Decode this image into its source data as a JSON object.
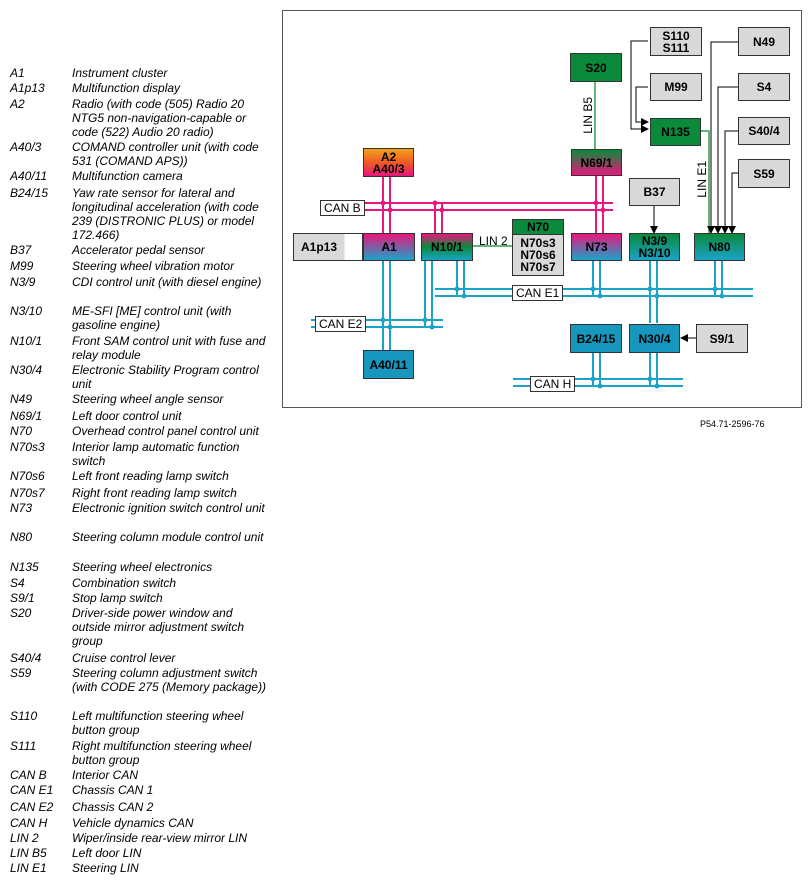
{
  "legend": [
    {
      "code": "A1",
      "desc": "Instrument cluster"
    },
    {
      "code": "A1p13",
      "desc": "Multifunction display"
    },
    {
      "code": "A2",
      "desc": "Radio (with code (505) Radio 20 NTG5 non-navigation-capable or code (522) Audio 20 radio)"
    },
    {
      "code": "A40/3",
      "desc": "COMAND controller unit (with code 531 (COMAND APS))"
    },
    {
      "code": "A40/11",
      "desc": "Multifunction camera"
    },
    {
      "code": "B24/15",
      "desc": "Yaw rate sensor for lateral and longitudinal acceleration (with code 239 (DISTRONIC PLUS) or model 172.466)"
    },
    {
      "code": "B37",
      "desc": "Accelerator pedal sensor"
    },
    {
      "code": "M99",
      "desc": "Steering wheel vibration motor"
    },
    {
      "code": "N3/9",
      "desc": "CDI control unit (with diesel engine)"
    },
    {
      "code": "N3/10",
      "desc": "ME-SFI [ME] control unit (with gasoline engine)"
    },
    {
      "code": "N10/1",
      "desc": "Front SAM control unit with fuse and relay module"
    },
    {
      "code": "N30/4",
      "desc": "Electronic Stability Program control unit"
    },
    {
      "code": "N49",
      "desc": "Steering wheel angle sensor"
    },
    {
      "code": "N69/1",
      "desc": "Left door control unit"
    },
    {
      "code": "N70",
      "desc": "Overhead control panel control unit"
    },
    {
      "code": "N70s3",
      "desc": "Interior lamp automatic function switch"
    },
    {
      "code": "N70s6",
      "desc": "Left front reading lamp switch"
    },
    {
      "code": "N70s7",
      "desc": "Right front reading lamp switch"
    },
    {
      "code": "N73",
      "desc": "Electronic ignition switch control unit"
    },
    {
      "code": "N80",
      "desc": "Steering column module control unit"
    },
    {
      "code": "N135",
      "desc": "Steering wheel electronics"
    },
    {
      "code": "S4",
      "desc": "Combination switch"
    },
    {
      "code": "S9/1",
      "desc": "Stop lamp switch"
    },
    {
      "code": "S20",
      "desc": "Driver-side power window and outside mirror adjustment switch group"
    },
    {
      "code": "S40/4",
      "desc": "Cruise control lever"
    },
    {
      "code": "S59",
      "desc": "Steering column adjustment switch (with CODE 275 (Memory package))"
    },
    {
      "code": "S110",
      "desc": "Left multifunction steering wheel button group"
    },
    {
      "code": "S111",
      "desc": "Right multifunction steering wheel button group"
    },
    {
      "code": "CAN B",
      "desc": "Interior CAN"
    },
    {
      "code": "CAN E1",
      "desc": "Chassis CAN 1"
    },
    {
      "code": "CAN E2",
      "desc": "Chassis CAN 2"
    },
    {
      "code": "CAN H",
      "desc": "Vehicle dynamics CAN"
    },
    {
      "code": "LIN 2",
      "desc": "Wiper/inside rear-view mirror LIN"
    },
    {
      "code": "LIN B5",
      "desc": "Left door LIN"
    },
    {
      "code": "LIN E1",
      "desc": "Steering LIN"
    }
  ],
  "diagram": {
    "boxes": {
      "s110_s111": [
        "S110",
        "S111"
      ],
      "n49": [
        "N49"
      ],
      "s20": [
        "S20"
      ],
      "m99": [
        "M99"
      ],
      "s4": [
        "S4"
      ],
      "n135": [
        "N135"
      ],
      "s40_4": [
        "S40/4"
      ],
      "a2_a40_3": [
        "A2",
        "A40/3"
      ],
      "n69_1": [
        "N69/1"
      ],
      "s59": [
        "S59"
      ],
      "b37": [
        "B37"
      ],
      "a1p13": [
        "A1p13"
      ],
      "a1": [
        "A1"
      ],
      "n10_1": [
        "N10/1"
      ],
      "n70": [
        "N70"
      ],
      "n70_sub": [
        "N70s3",
        "N70s6",
        "N70s7"
      ],
      "n73": [
        "N73"
      ],
      "n3": [
        "N3/9",
        "N3/10"
      ],
      "n80": [
        "N80"
      ],
      "b24_15": [
        "B24/15"
      ],
      "n30_4": [
        "N30/4"
      ],
      "s9_1": [
        "S9/1"
      ],
      "a40_11": [
        "A40/11"
      ]
    },
    "bus_labels": {
      "can_b": "CAN B",
      "can_e1": "CAN E1",
      "can_e2": "CAN E2",
      "can_h": "CAN H",
      "lin_2": "LIN 2",
      "lin_b5": "LIN B5",
      "lin_e1": "LIN E1"
    },
    "colors": {
      "can_b": "#e8177c",
      "can_e": "#1aa3c9",
      "lin": "#2e9e4a",
      "gray_box": "#d9d9d9",
      "green_box": "#0b8a3c",
      "blue_box": "#1796be"
    }
  },
  "figure_ref": "P54.71-2596-76"
}
